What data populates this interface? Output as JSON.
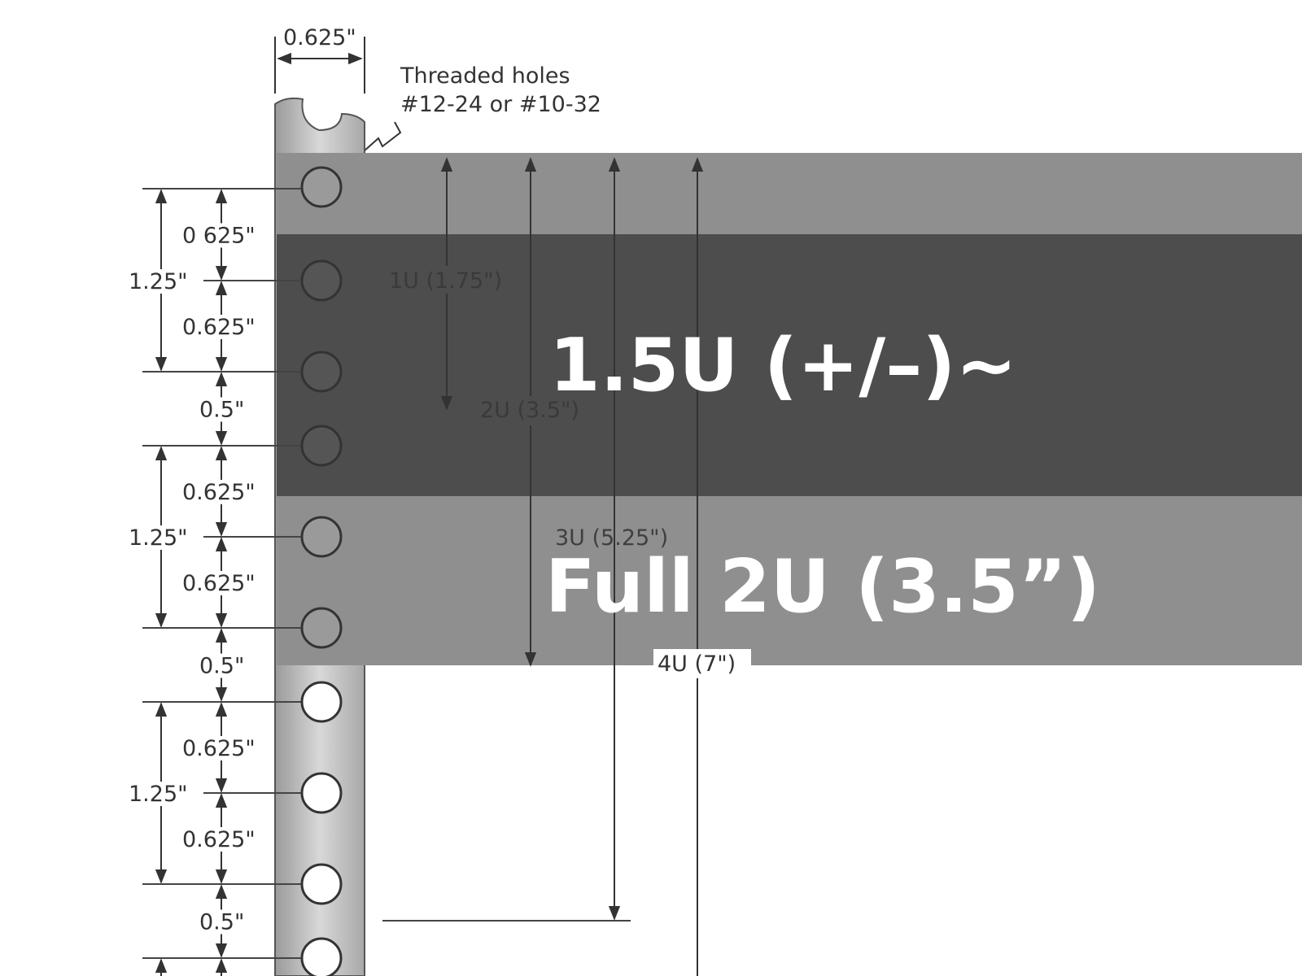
{
  "rail": {
    "top_width_label": "0.625\"",
    "holes_note_line1": "Threaded holes",
    "holes_note_line2": "#12-24 or #10-32",
    "spacing": [
      {
        "upper": "0 625\"",
        "pitch": "1.25\"",
        "lower": "0.625\"",
        "gap": "0.5\""
      },
      {
        "upper": "0.625\"",
        "pitch": "1.25\"",
        "lower": "0.625\"",
        "gap": "0.5\""
      },
      {
        "upper": "0.625\"",
        "pitch": "1.25\"",
        "lower": "0.625\"",
        "gap": "0.5\""
      }
    ]
  },
  "unit_heights": {
    "u1": "1U (1.75\")",
    "u2": "2U (3.5\")",
    "u3": "3U (5.25\")",
    "u4": "4U (7\")"
  },
  "overlay": {
    "band_dark_label": "1.5U (+/–)~",
    "band_light_label": "Full 2U (3.5”)",
    "light_band_color": "#8f8f8f",
    "dark_band_color": "#4d4d4d"
  }
}
